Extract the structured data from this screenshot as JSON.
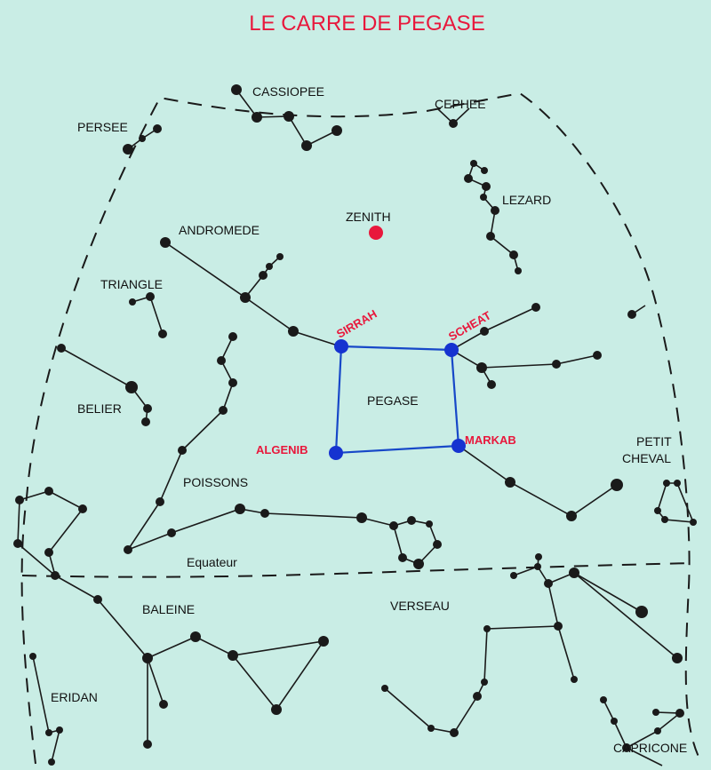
{
  "title": "LE CARRE DE PEGASE",
  "colors": {
    "background": "#c9ede5",
    "title": "#e8183c",
    "square": "#1748c8",
    "zenith": "#e8183c"
  },
  "zenith": "ZENITH",
  "equator": "Equateur",
  "constellations": {
    "cassiopee": "CASSIOPEE",
    "cephee": "CEPHEE",
    "persee": "PERSEE",
    "lezard": "LEZARD",
    "andromede": "ANDROMEDE",
    "triangle": "TRIANGLE",
    "belier": "BELIER",
    "poissons": "POISSONS",
    "pegase": "PEGASE",
    "petit_cheval_1": "PETIT",
    "petit_cheval_2": "CHEVAL",
    "baleine": "BALEINE",
    "verseau": "VERSEAU",
    "eridan": "ERIDAN",
    "capricorne": "CAPRICONE"
  },
  "stars": {
    "sirrah": "SIRRAH",
    "scheat": "SCHEAT",
    "algenib": "ALGENIB",
    "markab": "MARKAB"
  }
}
